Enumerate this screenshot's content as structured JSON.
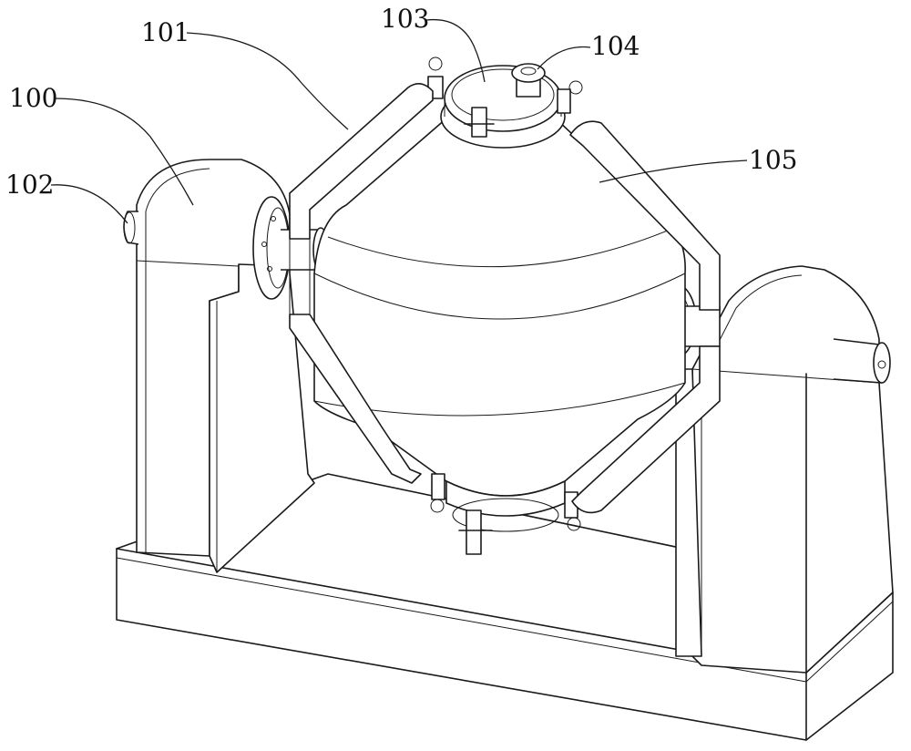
{
  "labels": {
    "l100": "100",
    "l101": "101",
    "l102": "102",
    "l103": "103",
    "l104": "104",
    "l105": "105"
  }
}
